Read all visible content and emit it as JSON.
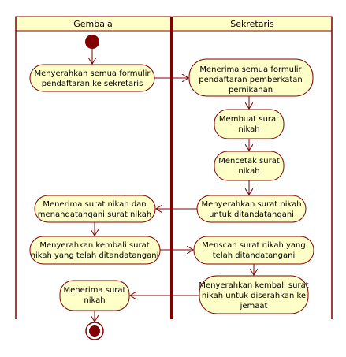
{
  "lanes": {
    "left": "Gembala",
    "right": "Sekretaris"
  },
  "activities": {
    "a1": [
      "Menyerahkan semua formulir",
      "pendaftaran ke sekretaris"
    ],
    "a2": [
      "Menerima semua formulir",
      "pendaftaran pemberkatan",
      "pernikahan"
    ],
    "a3": [
      "Membuat surat",
      "nikah"
    ],
    "a4": [
      "Mencetak surat",
      "nikah"
    ],
    "a5": [
      "Menyerahkan surat nikah",
      "untuk ditandatangani"
    ],
    "a6": [
      "Menerima surat nikah dan",
      "menandatangani surat nikah"
    ],
    "a7": [
      "Menyerahkan kembali surat",
      "nikah yang telah ditandatangani"
    ],
    "a8": [
      "Menscan surat nikah yang",
      "telah ditandatangani"
    ],
    "a9": [
      "Menyerahkan kembali surat",
      "nikah untuk diserahkan ke",
      "jemaat"
    ],
    "a10": [
      "Menerima surat",
      "nikah"
    ]
  },
  "colors": {
    "border": "#800000",
    "fill": "#ffffc8",
    "node": "#800000"
  }
}
